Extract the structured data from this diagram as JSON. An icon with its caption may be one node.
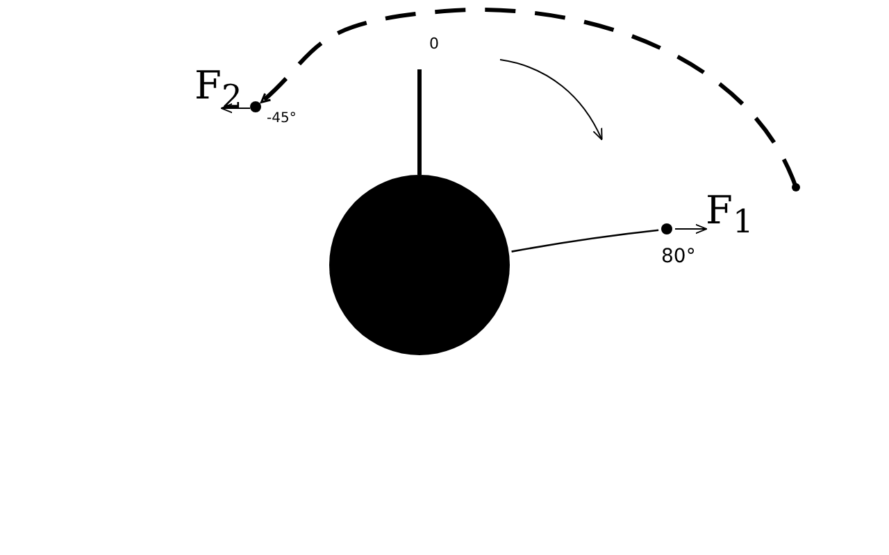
{
  "diagram": {
    "nodes": [
      {
        "text": [],
        "shape": "circle"
      },
      {
        "text": [],
        "shape": "circle",
        "beside": [
          "80°"
        ]
      },
      {
        "text": [],
        "shape": "circle",
        "beside": [
          "-45°"
        ]
      }
    ],
    "edges": [
      {
        "from": 0,
        "to": 1,
        "arrow": "none"
      },
      {
        "from": null,
        "to": 2,
        "arrow": "to",
        "style": "dashed"
      }
    ],
    "labels": [
      "0",
      "F$_{1}$",
      "F$_{2}$"
    ]
  }
}
